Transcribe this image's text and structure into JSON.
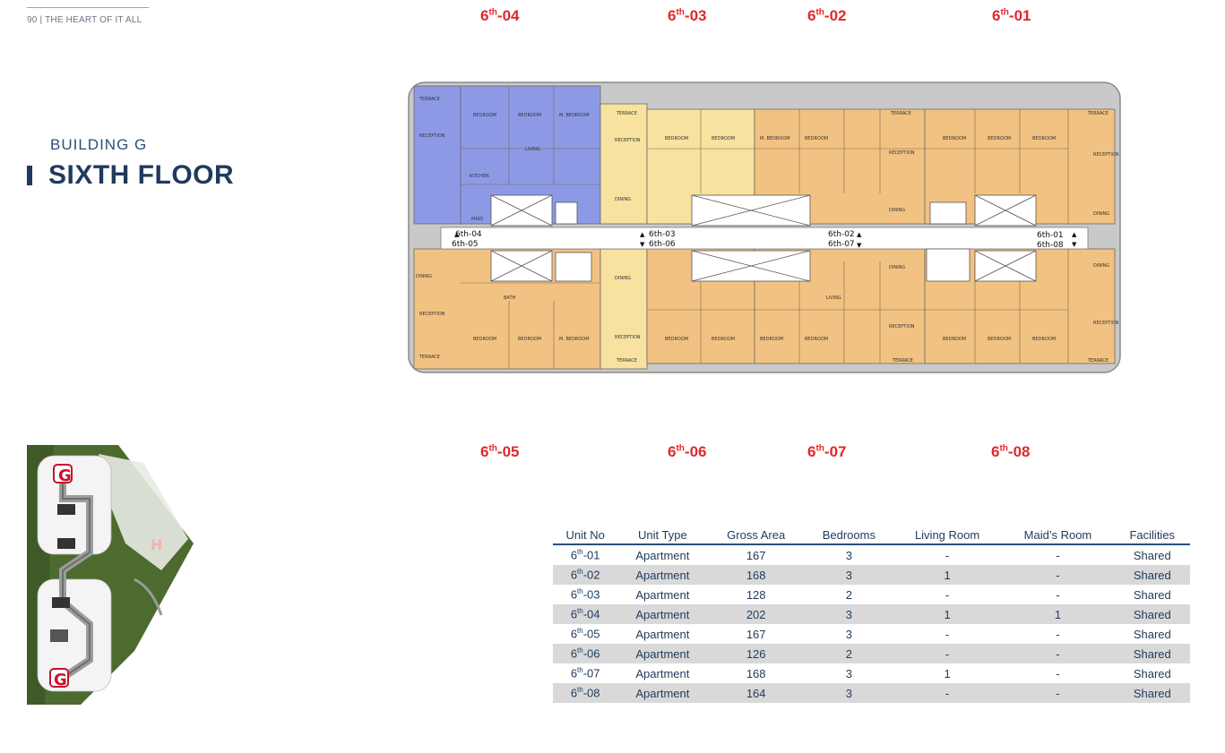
{
  "header": {
    "page_label": "90 | THE HEART OF IT ALL"
  },
  "building": "BUILDING G",
  "floor": "SIXTH FLOOR",
  "colors": {
    "accent_red": "#e0272b",
    "navy": "#1f3a5c",
    "unit_orange": "#f2c282",
    "unit_yellow": "#f7e2a0",
    "unit_blue": "#8c9ae6"
  },
  "unit_labels": {
    "top": [
      {
        "num": "6",
        "sup": "th",
        "suffix": "-04"
      },
      {
        "num": "6",
        "sup": "th",
        "suffix": "-03"
      },
      {
        "num": "6",
        "sup": "th",
        "suffix": "-02"
      },
      {
        "num": "6",
        "sup": "th",
        "suffix": "-01"
      }
    ],
    "bottom": [
      {
        "num": "6",
        "sup": "th",
        "suffix": "-05"
      },
      {
        "num": "6",
        "sup": "th",
        "suffix": "-06"
      },
      {
        "num": "6",
        "sup": "th",
        "suffix": "-07"
      },
      {
        "num": "6",
        "sup": "th",
        "suffix": "-08"
      }
    ]
  },
  "plan": {
    "corridor_labels": [
      "6th-04",
      "6th-05",
      "6th-03",
      "6th-06",
      "6th-02",
      "6th-07",
      "6th-01",
      "6th-08"
    ],
    "room_labels": {
      "terrace": "TERRACE",
      "reception": "RECEPTION",
      "bedroom": "BEDROOM",
      "master_bedroom": "M. BEDROOM",
      "living": "LIVING",
      "dining": "DINING",
      "kitchen": "KITCHEN",
      "maid": "MAID",
      "bath": "BATH"
    }
  },
  "site_plan": {
    "labels": [
      "G",
      "H",
      "G"
    ]
  },
  "table": {
    "headers": [
      "Unit No",
      "Unit Type",
      "Gross Area",
      "Bedrooms",
      "Living Room",
      "Maid’s Room",
      "Facilities"
    ],
    "rows": [
      {
        "unit_num": "6",
        "unit_sup": "th",
        "unit_suffix": "-01",
        "type": "Apartment",
        "area": "167",
        "bedrooms": "3",
        "living": "-",
        "maid": "-",
        "facilities": "Shared"
      },
      {
        "unit_num": "6",
        "unit_sup": "th",
        "unit_suffix": "-02",
        "type": "Apartment",
        "area": "168",
        "bedrooms": "3",
        "living": "1",
        "maid": "-",
        "facilities": "Shared"
      },
      {
        "unit_num": "6",
        "unit_sup": "th",
        "unit_suffix": "-03",
        "type": "Apartment",
        "area": "128",
        "bedrooms": "2",
        "living": "-",
        "maid": "-",
        "facilities": "Shared"
      },
      {
        "unit_num": "6",
        "unit_sup": "th",
        "unit_suffix": "-04",
        "type": "Apartment",
        "area": "202",
        "bedrooms": "3",
        "living": "1",
        "maid": "1",
        "facilities": "Shared"
      },
      {
        "unit_num": "6",
        "unit_sup": "th",
        "unit_suffix": "-05",
        "type": "Apartment",
        "area": "167",
        "bedrooms": "3",
        "living": "-",
        "maid": "-",
        "facilities": "Shared"
      },
      {
        "unit_num": "6",
        "unit_sup": "th",
        "unit_suffix": "-06",
        "type": "Apartment",
        "area": "126",
        "bedrooms": "2",
        "living": "-",
        "maid": "-",
        "facilities": "Shared"
      },
      {
        "unit_num": "6",
        "unit_sup": "th",
        "unit_suffix": "-07",
        "type": "Apartment",
        "area": "168",
        "bedrooms": "3",
        "living": "1",
        "maid": "-",
        "facilities": "Shared"
      },
      {
        "unit_num": "6",
        "unit_sup": "th",
        "unit_suffix": "-08",
        "type": "Apartment",
        "area": "164",
        "bedrooms": "3",
        "living": "-",
        "maid": "-",
        "facilities": "Shared"
      }
    ]
  }
}
